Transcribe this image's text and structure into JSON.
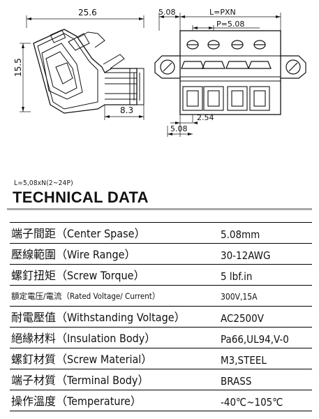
{
  "dimensions": {
    "overall_length": "25.6",
    "height": "15.5",
    "offset": "8.3",
    "edge_pitch_top": "5.08",
    "length_formula": "L=PXN",
    "pitch": "P=5.08",
    "bottom_offset": "2.54",
    "edge_pitch_bottom": "5.08"
  },
  "formula_note": "L=5,08xN(2~24P)",
  "heading": "TECHNICAL DATA",
  "specs": [
    {
      "label": "端子間距（Center Spase）",
      "value": "5.08mm"
    },
    {
      "label": "壓線範圍（Wire Range）",
      "value": "30-12AWG"
    },
    {
      "label": "螺釘扭矩（Screw Torque）",
      "value": "5 lbf.in"
    },
    {
      "label": "額定電压/電流（Rated Voltage/ Current）",
      "value": "300V,15A"
    },
    {
      "label": "耐電壓值（Withstanding Voltage）",
      "value": "AC2500V"
    },
    {
      "label": "絕緣材料（Insulation Body）",
      "value": "Pa66,UL94,V-0"
    },
    {
      "label": "螺釘材質（Screw Material）",
      "value": "M3,STEEL"
    },
    {
      "label": "端子材質（Terminal Body）",
      "value": "BRASS"
    },
    {
      "label": "操作溫度（Temperature）",
      "value": "-40℃~105℃"
    }
  ]
}
